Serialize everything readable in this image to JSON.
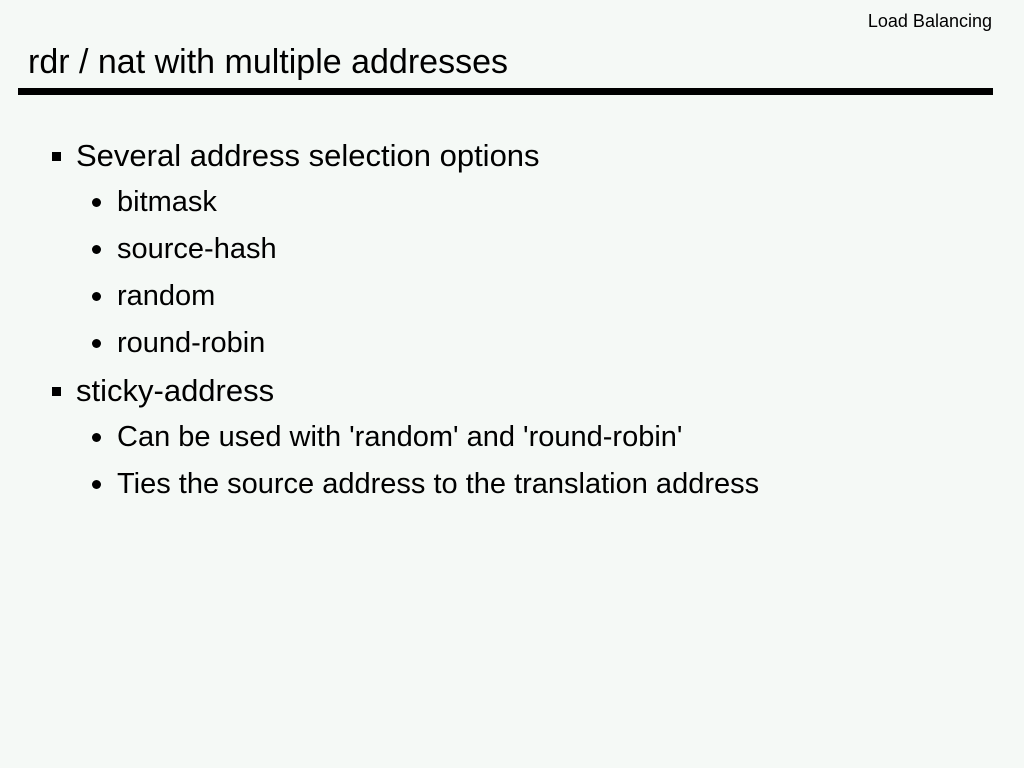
{
  "slide": {
    "category_label": "Load Balancing",
    "title": "rdr / nat with multiple addresses",
    "rule_color": "#000000",
    "background_color": "#f5f9f6",
    "text_color": "#000000",
    "outline": [
      {
        "level": 1,
        "marker": "square-bullet",
        "text": "Several address selection options"
      },
      {
        "level": 2,
        "marker": "round-bullet",
        "text": "bitmask"
      },
      {
        "level": 2,
        "marker": "round-bullet",
        "text": "source-hash"
      },
      {
        "level": 2,
        "marker": "round-bullet",
        "text": "random"
      },
      {
        "level": 2,
        "marker": "round-bullet",
        "text": "round-robin"
      },
      {
        "level": 1,
        "marker": "square-bullet",
        "text": "sticky-address"
      },
      {
        "level": 2,
        "marker": "round-bullet",
        "text": "Can be used with 'random' and 'round-robin'"
      },
      {
        "level": 2,
        "marker": "round-bullet",
        "text": "Ties the source address to the translation address"
      }
    ]
  }
}
